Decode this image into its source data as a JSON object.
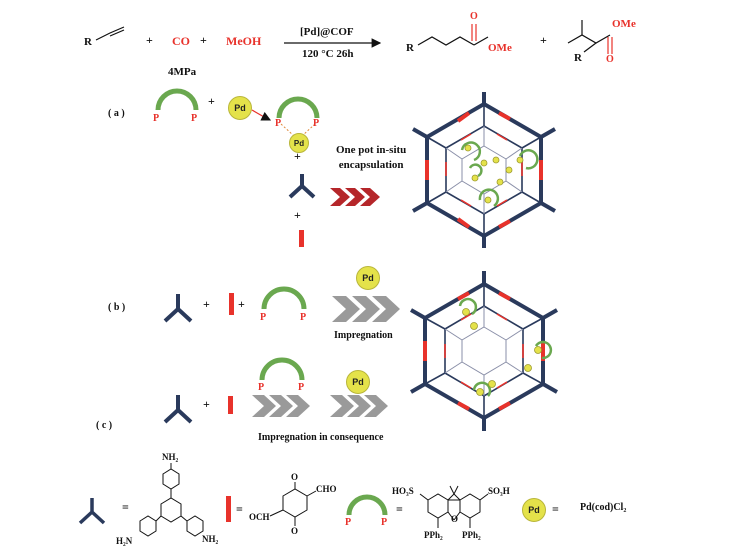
{
  "reaction": {
    "reactant_r": "R",
    "plus1": "+",
    "co": "CO",
    "plus2": "+",
    "meoh": "MeOH",
    "catalyst": "[Pd]@COF",
    "condition": "120 °C 26h",
    "pressure": "4MPa",
    "product1_o": "O",
    "product1_r": "R",
    "product1_ome": "OMe",
    "plus3": "+",
    "product2_ome": "OMe",
    "product2_r": "R",
    "product2_o": "O"
  },
  "route_a": {
    "label": "( a )",
    "ligand_p1": "P",
    "ligand_p2": "P",
    "plus_ligand": "+",
    "pd": "Pd",
    "complex_p1": "P",
    "complex_p2": "P",
    "complex_pd": "Pd",
    "plus_complex": "+",
    "plus_linker": "+",
    "method": "One pot in-situ\nencapsulation"
  },
  "route_b": {
    "label": "( b )",
    "plus1": "+",
    "plus2": "+",
    "ligand_p1": "P",
    "ligand_p2": "P",
    "pd": "Pd",
    "method": "Impregnation"
  },
  "route_c": {
    "label": "( c )",
    "plus1": "+",
    "ligand_p1": "P",
    "ligand_p2": "P",
    "pd": "Pd",
    "method": "Impregnation in consequence"
  },
  "legend": {
    "eq1": "=",
    "nh2_top": "NH₂",
    "h2n_left": "H₂N",
    "nh2_right": "NH₂",
    "eq2": "=",
    "o_top": "O",
    "cho": "CHO",
    "och": "OCH",
    "o_bottom": "O",
    "p1": "P",
    "p2": "P",
    "eq3": "=",
    "ho3s": "HO₃S",
    "so3h": "SO₃H",
    "o_ring": "O",
    "pph2_left": "PPh₂",
    "pph2_right": "PPh₂",
    "pd": "Pd",
    "eq4": "=",
    "pd_precursor": "Pd(cod)Cl₂"
  },
  "colors": {
    "navy": "#2a3a5c",
    "red": "#e8322b",
    "green": "#6aa84f",
    "pd_yellow": "#e4e24a",
    "arrow_dark_red": "#b5262a",
    "arrow_gray": "#9a9a9a"
  }
}
